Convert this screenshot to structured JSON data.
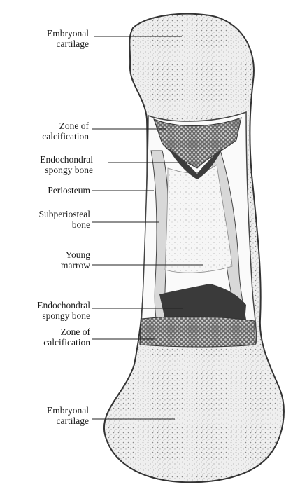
{
  "labels": {
    "embryonal_cartilage_top": [
      "Embryonal",
      "cartilage"
    ],
    "zone_calcification_top": [
      "Zone of",
      "calcification"
    ],
    "endochondral_spongy_top": [
      "Endochondral",
      "spongy bone"
    ],
    "periosteum": "Periosteum",
    "subperiosteal_bone": [
      "Subperiosteal",
      "bone"
    ],
    "young_marrow": [
      "Young",
      "marrow"
    ],
    "endochondral_spongy_bottom": [
      "Endochondral",
      "spongy bone"
    ],
    "zone_calcification_bottom": [
      "Zone of",
      "calcification"
    ],
    "embryonal_cartilage_bottom": [
      "Embryonal",
      "cartilage"
    ]
  }
}
